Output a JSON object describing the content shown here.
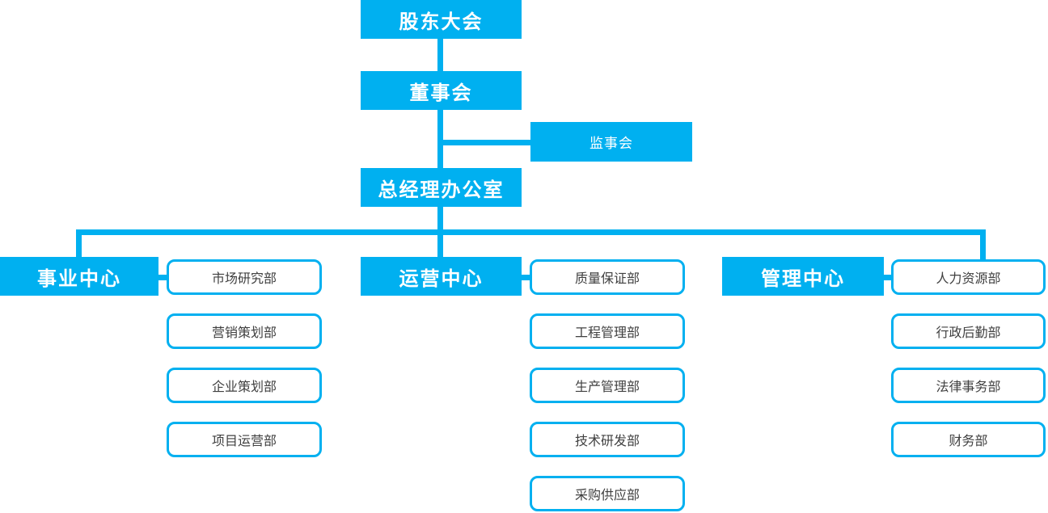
{
  "colors": {
    "accent": "#00b0f0",
    "node_text": "#ffffff",
    "dept_text": "#404040",
    "background": "#ffffff"
  },
  "org": {
    "top": [
      {
        "label": "股东大会"
      },
      {
        "label": "董事会"
      },
      {
        "label": "监事会"
      },
      {
        "label": "总经理办公室"
      }
    ],
    "branches": [
      {
        "center": "事业中心",
        "departments": [
          "市场研究部",
          "营销策划部",
          "企业策划部",
          "项目运营部"
        ]
      },
      {
        "center": "运营中心",
        "departments": [
          "质量保证部",
          "工程管理部",
          "生产管理部",
          "技术研发部",
          "采购供应部"
        ]
      },
      {
        "center": "管理中心",
        "departments": [
          "人力资源部",
          "行政后勤部",
          "法律事务部",
          "财务部"
        ]
      }
    ]
  }
}
